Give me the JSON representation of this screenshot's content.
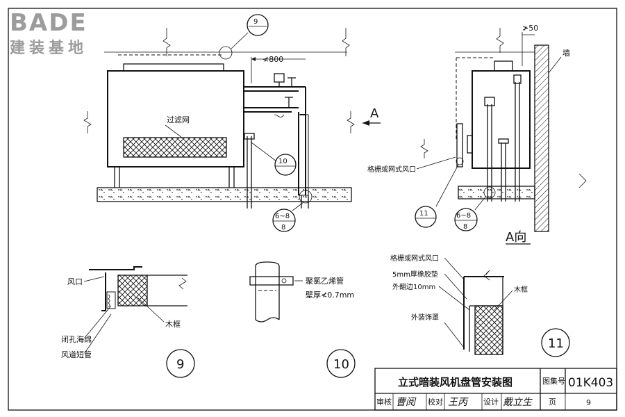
{
  "logo": {
    "brand": "BADE",
    "chinese": "建装基地"
  },
  "drawing": {
    "front_view": {
      "filter_label": "过滤网",
      "dim_800": "≮800",
      "section_arrow_label": "A",
      "detail_9": "9",
      "detail_10": "10",
      "detail_6_8_top": "6~8",
      "detail_6_8_bottom": "8"
    },
    "side_view": {
      "dim_50": "≯50",
      "wall_label": "墙",
      "grille_label": "格栅或网式风口",
      "detail_11": "11",
      "detail_6_8_top": "6~8",
      "detail_6_8_bottom": "8",
      "view_label": "A向"
    },
    "detail9": {
      "air_outlet": "风口",
      "wood_frame": "木框",
      "foam": "闭孔海绵",
      "duct": "风道短管",
      "number": "9"
    },
    "detail10": {
      "pvc_pipe": "聚氯乙烯管",
      "wall_thickness": "壁厚≮0.7mm",
      "number": "10"
    },
    "detail11": {
      "grille": "格栅或网式风口",
      "rubber_pad": "5mm厚橡胶垫",
      "flange": "外翻边10mm",
      "wood_frame": "木框",
      "cover": "外装饰罩",
      "number": "11"
    }
  },
  "title_block": {
    "title": "立式暗装风机盘管安装图",
    "atlas_label": "图集号",
    "atlas_code": "01K403",
    "review_label": "审核",
    "review_sig": "曹阅",
    "check_label": "校对",
    "check_sig": "王丙",
    "design_label": "设计",
    "design_sig": "戴立生",
    "page_label": "页",
    "page_number": "9"
  }
}
